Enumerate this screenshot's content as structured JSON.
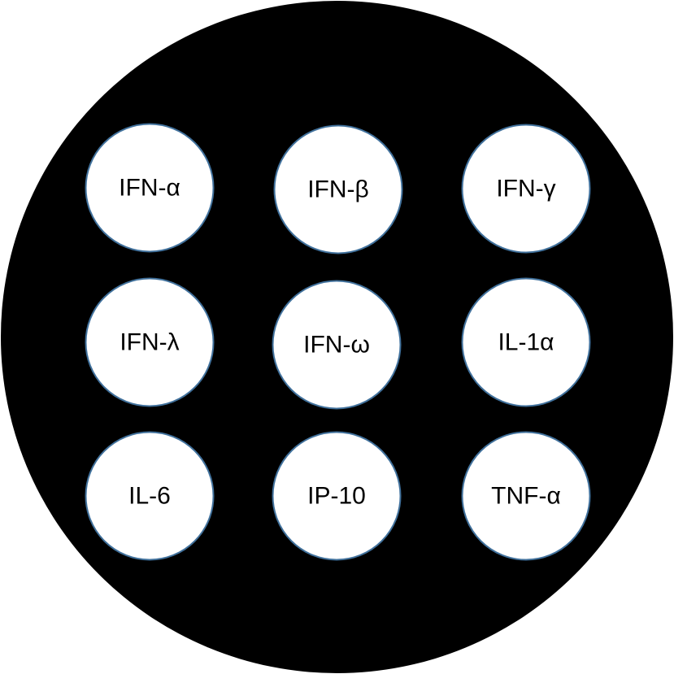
{
  "colors": {
    "background": "#000000",
    "spot_fill": "#ffffff",
    "spot_border": "#41719c"
  },
  "spots": [
    {
      "label": "IFN-α"
    },
    {
      "label": "IFN-β"
    },
    {
      "label": "IFN-γ"
    },
    {
      "label": "IFN-λ"
    },
    {
      "label": "IFN-ω"
    },
    {
      "label": "IL-1α"
    },
    {
      "label": "IL-6"
    },
    {
      "label": "IP-10"
    },
    {
      "label": "TNF-α"
    }
  ]
}
